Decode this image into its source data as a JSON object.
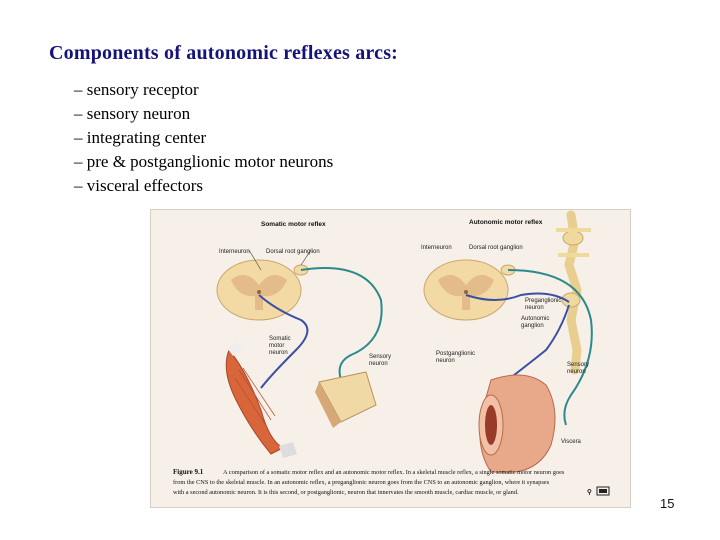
{
  "slide": {
    "title": "Components of autonomic reflexes arcs:",
    "bullets": [
      "– sensory receptor",
      "– sensory neuron",
      "– integrating center",
      "– pre & postganglionic motor neurons",
      "– visceral effectors"
    ],
    "page_number": "15"
  },
  "figure": {
    "somatic_title": "Somatic motor reflex",
    "autonomic_title": "Autonomic motor reflex",
    "labels": {
      "interneuron_left": "Interneuron",
      "dorsal_root_left": "Dorsal root ganglion",
      "somatic_motor": [
        "Somatic",
        "motor",
        "neuron"
      ],
      "sensory_neuron_left": [
        "Sensory",
        "neuron"
      ],
      "interneuron_right": "Interneuron",
      "dorsal_root_right": "Dorsal root ganglion",
      "preganglionic": [
        "Preganglionic",
        "neuron"
      ],
      "autonomic_ganglion": [
        "Autonomic",
        "ganglion"
      ],
      "postganglionic": [
        "Postganglionic",
        "neuron"
      ],
      "sensory_neuron_right": [
        "Sensory",
        "neuron"
      ],
      "viscera": "Viscera"
    },
    "caption_label": "Figure 9.1",
    "caption_lines": [
      "A comparison of a somatic motor reflex and an autonomic motor reflex. In a skeletal muscle reflex, a single somatic motor neuron goes",
      "from the CNS to the skeletal muscle. In an autonomic reflex, a preganglionic neuron goes from the CNS to an autonomic ganglion, where it synapses",
      "with a second autonomic neuron. It is this second, or postganglionic, neuron that innervates the smooth muscle, cardiac muscle, or gland."
    ]
  },
  "colors": {
    "title": "#15137a",
    "sensory_fiber": "#2c8a8c",
    "motor_fiber": "#3a4fa6",
    "spinal_cord": "#f3d9a4",
    "muscle": "#d8663a"
  }
}
